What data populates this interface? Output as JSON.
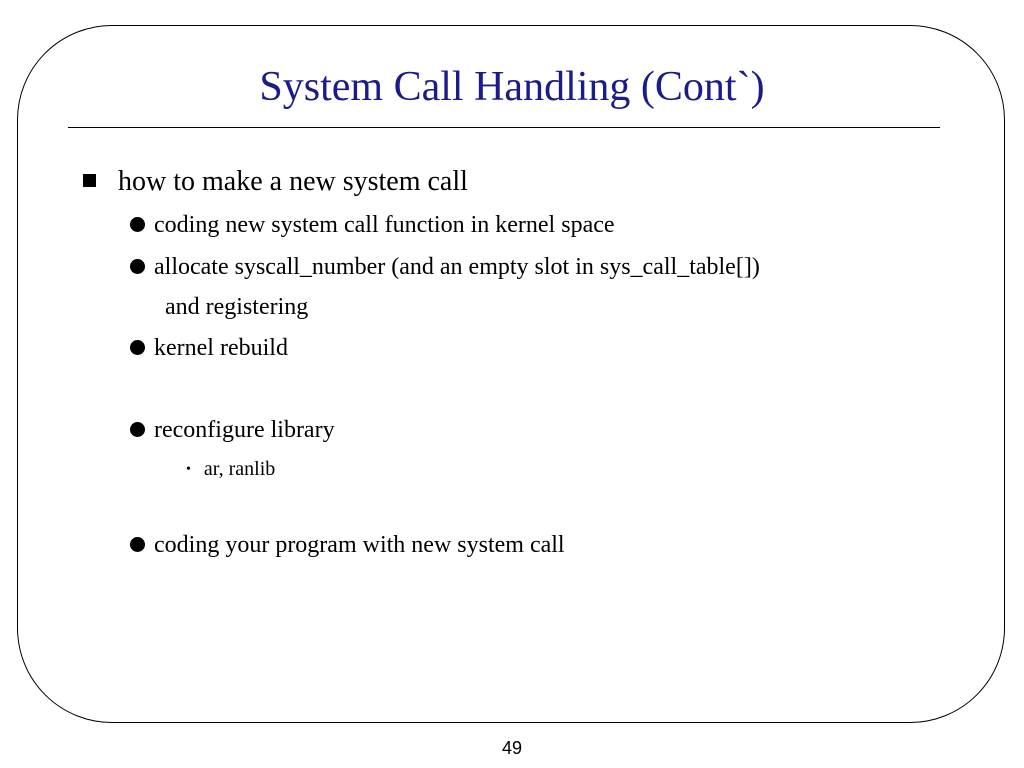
{
  "slide": {
    "title": "System Call Handling (Cont`)",
    "page_number": "49",
    "bullets": [
      {
        "level": 1,
        "text": "how to make a new system call"
      },
      {
        "level": 2,
        "text": "coding new system call function in kernel space"
      },
      {
        "level": 2,
        "text": "allocate syscall_number (and an empty slot in sys_call_table[])",
        "continuation": "and registering"
      },
      {
        "level": 2,
        "text": "kernel rebuild"
      },
      {
        "level": 2,
        "text": "reconfigure library"
      },
      {
        "level": 3,
        "text": "ar, ranlib"
      },
      {
        "level": 2,
        "text": "coding your program with new system call"
      }
    ]
  }
}
